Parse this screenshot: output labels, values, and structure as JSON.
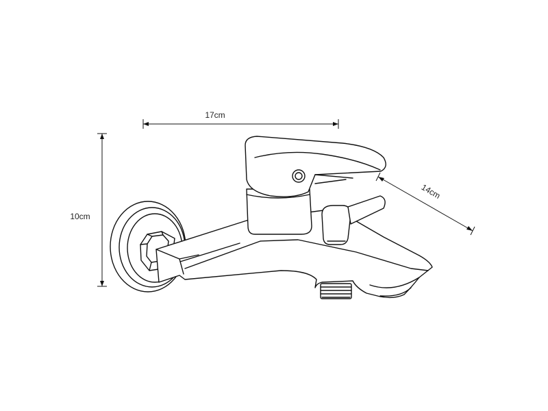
{
  "dimensions": {
    "width_label": "17cm",
    "height_label": "10cm",
    "depth_label": "14cm"
  }
}
